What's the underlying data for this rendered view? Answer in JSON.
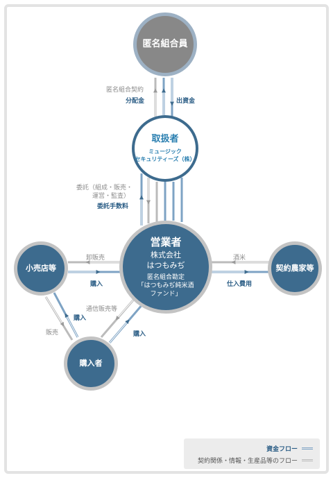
{
  "nodes": {
    "anonymous_partners": "匿名組合員",
    "handler": {
      "title": "取扱者",
      "company_line1": "ミュージック",
      "company_line2": "セキュリティーズ（株）"
    },
    "operator": {
      "title": "営業者",
      "company_line1": "株式会社",
      "company_line2": "はつもみぢ",
      "fund_line1": "匿名組合勘定",
      "fund_line2": "「はつもみぢ純米酒",
      "fund_line3": "ファンド」"
    },
    "retailers": "小売店等",
    "contract_farmers": "契約農家等",
    "purchasers": "購入者"
  },
  "flows": {
    "anon_contract": "匿名組合契約",
    "distribution": "分配金",
    "investment": "出資金",
    "entrust_line1": "委託（組成・販売・",
    "entrust_line2": "運営・監査）",
    "entrust_fee": "委託手数料",
    "wholesale": "卸販売",
    "purchase_retail": "購入",
    "sake_rice": "酒米",
    "procurement_cost": "仕入費用",
    "mail_order": "通信販売等",
    "purchase_mail": "購入",
    "sale": "販売",
    "purchase_buyer": "購入"
  },
  "legend": {
    "money_flow": "資金フロー",
    "contract_flow": "契約関係・情報・生産品等のフロー"
  },
  "colors": {
    "node_blue": "#3d6b8e",
    "node_gray": "#888888",
    "money_line": "#7ea3c4",
    "contract_line": "#bbbbbb"
  }
}
